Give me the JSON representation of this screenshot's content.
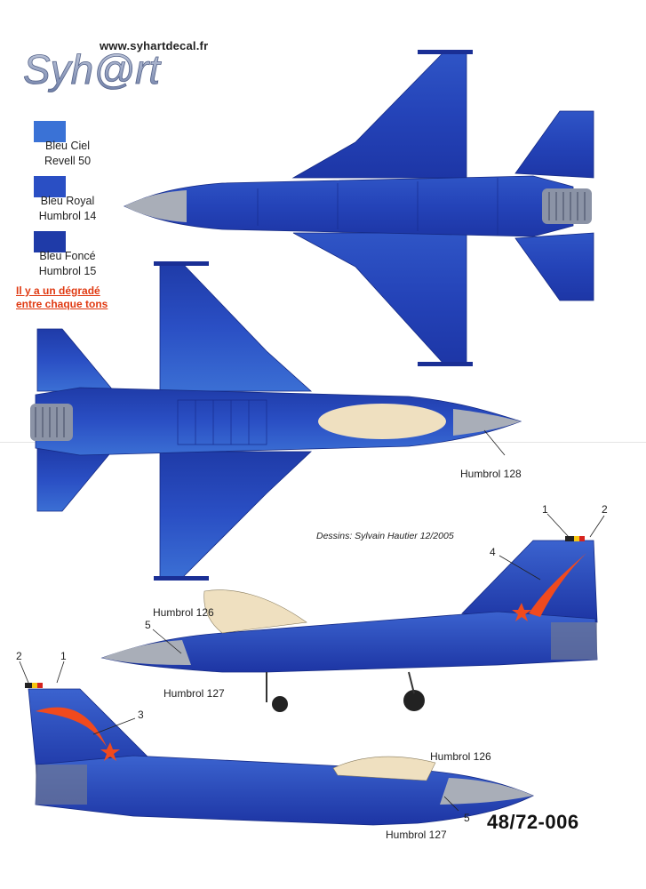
{
  "header": {
    "website": "www.syhartdecal.fr",
    "logo_text": "Syh@rt"
  },
  "paints": [
    {
      "name": "Bleu Ciel",
      "code": "Revell 50",
      "color": "#3a72d6"
    },
    {
      "name": "Bleu Royal",
      "code": "Humbrol 14",
      "color": "#2a4fc4"
    },
    {
      "name": "Bleu Foncé",
      "code": "Humbrol 15",
      "color": "#1f3ba8"
    }
  ],
  "note": {
    "line1": "Il y a un dégradé",
    "line2": "entre chaque tons"
  },
  "callouts": {
    "humbrol_128": "Humbrol 128",
    "humbrol_126_side1": "Humbrol 126",
    "humbrol_127_side1": "Humbrol 127",
    "humbrol_126_side2": "Humbrol 126",
    "humbrol_127_side2": "Humbrol 127"
  },
  "credit": "Dessins: Sylvain Hautier 12/2005",
  "decal_numbers": {
    "side1": [
      "1",
      "2",
      "4",
      "5"
    ],
    "side2": [
      "2",
      "1",
      "3",
      "5"
    ]
  },
  "reference": "48/72-006",
  "colors": {
    "fuselage_blue": "#2443b8",
    "light_blue": "#3b6fd4",
    "dark_blue": "#1a2f95",
    "radome_grey": "#a9aeb8",
    "canopy": "#efe0c0",
    "flame": "#f04a1e",
    "note_red": "#e03a12"
  }
}
